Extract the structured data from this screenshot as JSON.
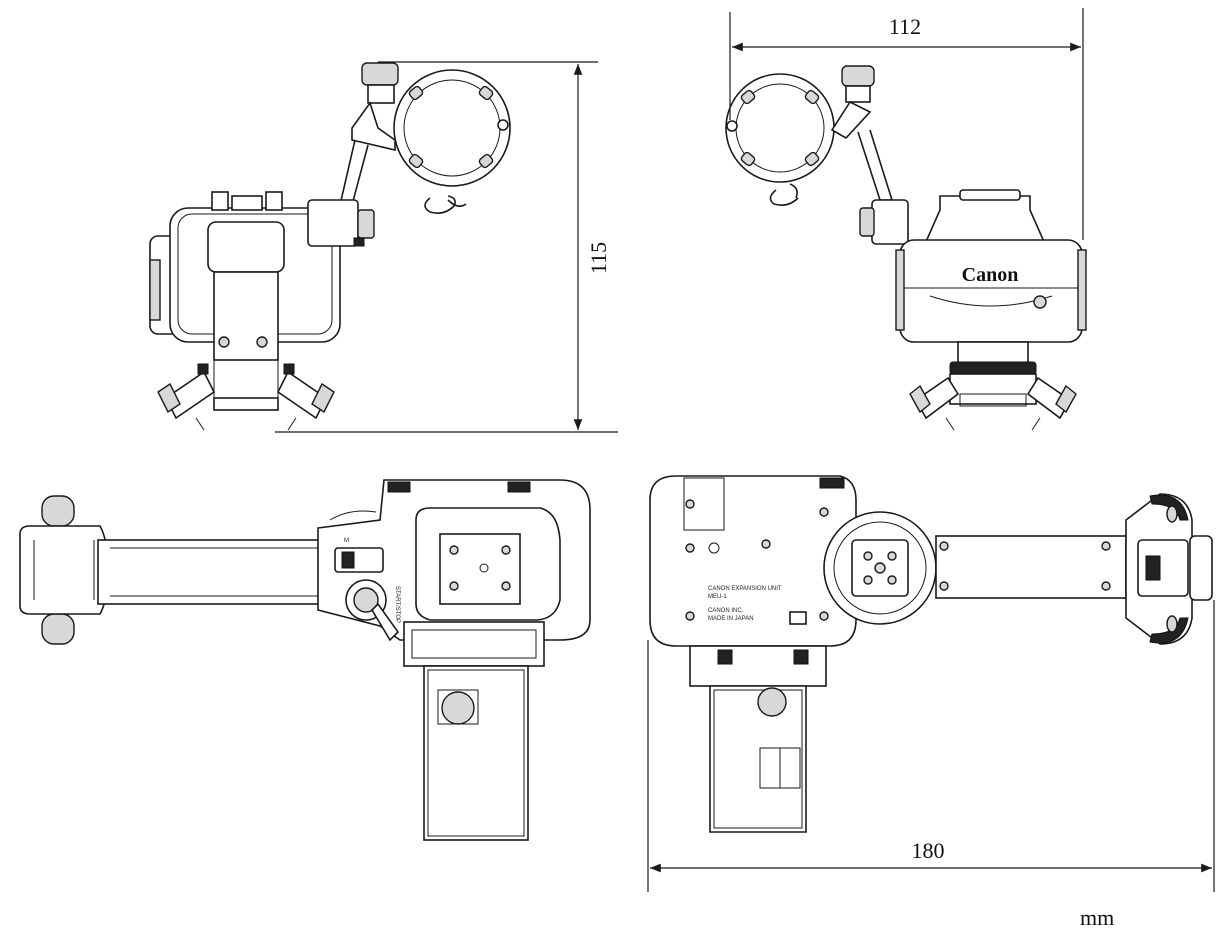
{
  "dimensions": {
    "top_width": "112",
    "height": "115",
    "bottom_length": "180"
  },
  "unit": "mm",
  "brand_logo": "Canon",
  "panel_text": {
    "start_stop": "START/STOP",
    "m_label": "M",
    "label_line1": "CANON  EXPANSION UNIT",
    "label_line2": "MEU-1",
    "label_line3": "CANON INC.",
    "label_line4": "MADE IN JAPAN"
  },
  "colors": {
    "line": "#1a1a1a",
    "background": "#ffffff"
  }
}
